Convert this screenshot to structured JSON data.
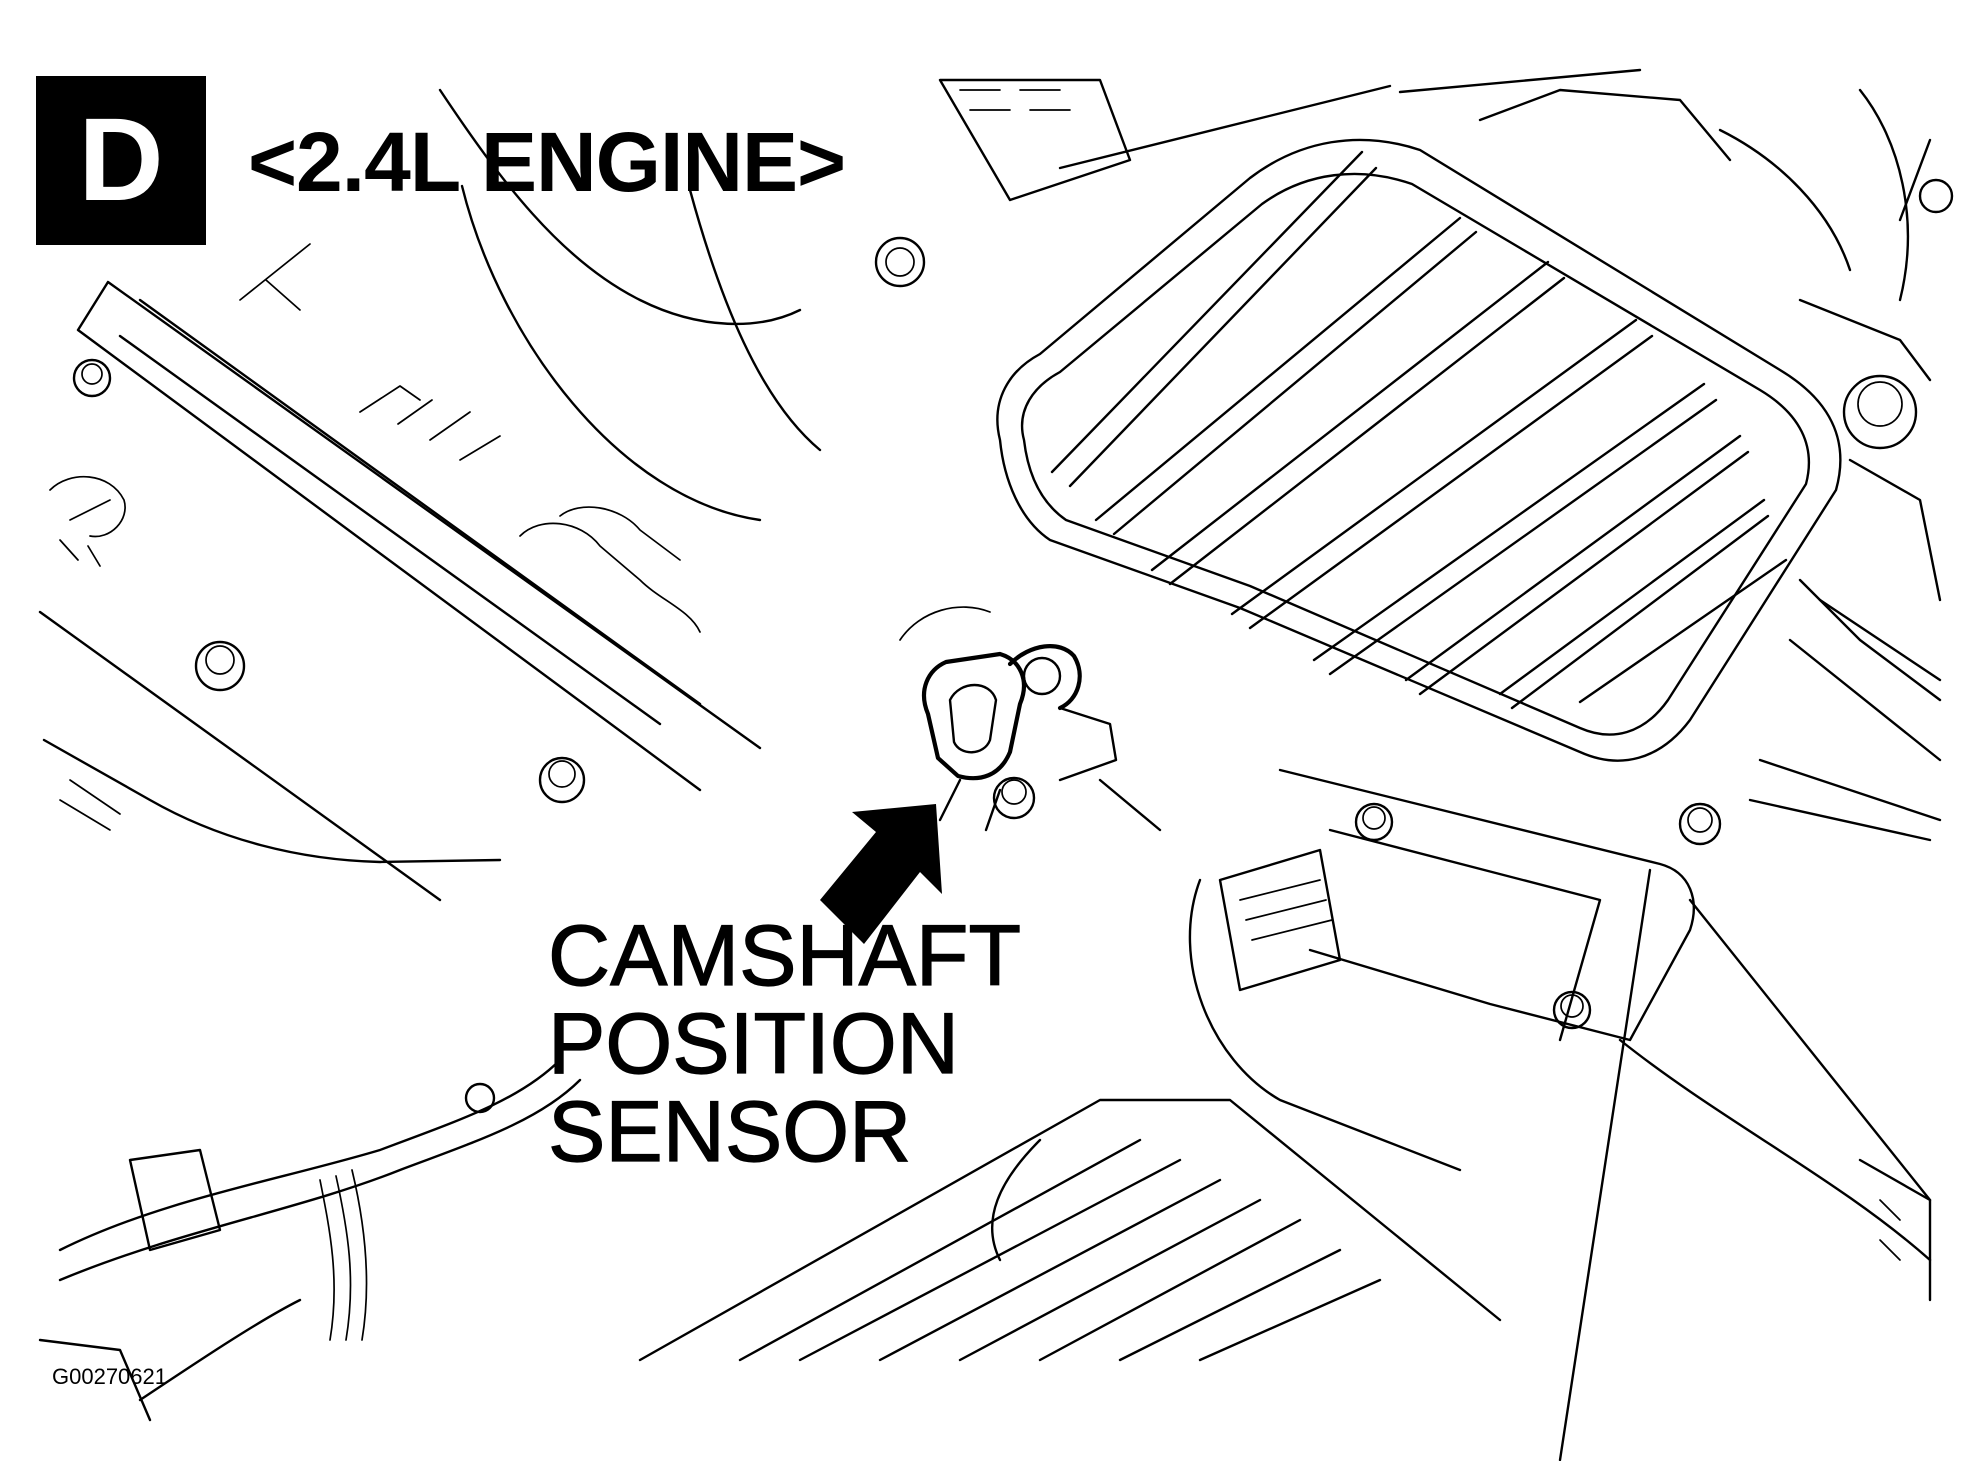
{
  "badge": {
    "letter": "D"
  },
  "heading": {
    "text": "<2.4L ENGINE>"
  },
  "callout": {
    "lines": [
      "CAMSHAFT",
      "POSITION",
      "SENSOR"
    ]
  },
  "figure_id": "G00270621",
  "colors": {
    "line": "#000000",
    "background": "#ffffff"
  }
}
